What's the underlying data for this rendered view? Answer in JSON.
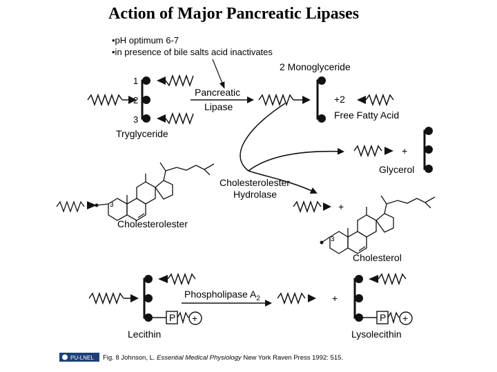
{
  "title": "Action of Major Pancreatic Lipases",
  "notes": [
    "•pH optimum 6-7",
    "•in presence of bile salts acid inactivates"
  ],
  "reaction1": {
    "substrate_label": "Tryglyceride",
    "positions": [
      "1",
      "2",
      "3"
    ],
    "enzyme_line1": "Pancreatic",
    "enzyme_line2": "Lipase",
    "product_label": "2 Monoglyceride",
    "coefficient": "+2",
    "free_fatty_acid_label": "Free Fatty Acid"
  },
  "reaction2": {
    "substrate_label": "Cholesterolester",
    "ring_position": "3",
    "enzyme_line1": "Cholesterolester",
    "enzyme_line2": "Hydrolase",
    "plus": "+",
    "product_label": "Cholesterol",
    "ring_position_product": "3",
    "glycerol_label": "Glycerol"
  },
  "reaction3": {
    "substrate_label": "Lecithin",
    "enzyme_label": "Phospholipase A",
    "enzyme_subscript": "2",
    "plus": "+",
    "product_label": "Lysolecithin",
    "phosphate_symbol": "P",
    "charge_symbol": "+"
  },
  "footer": {
    "badge_text": "PU-LNEL",
    "citation_prefix": "Fig. 8 Johnson, L. ",
    "citation_book": "Essential Medical Physiology",
    "citation_suffix": " New York Raven Press 1992: 515."
  }
}
